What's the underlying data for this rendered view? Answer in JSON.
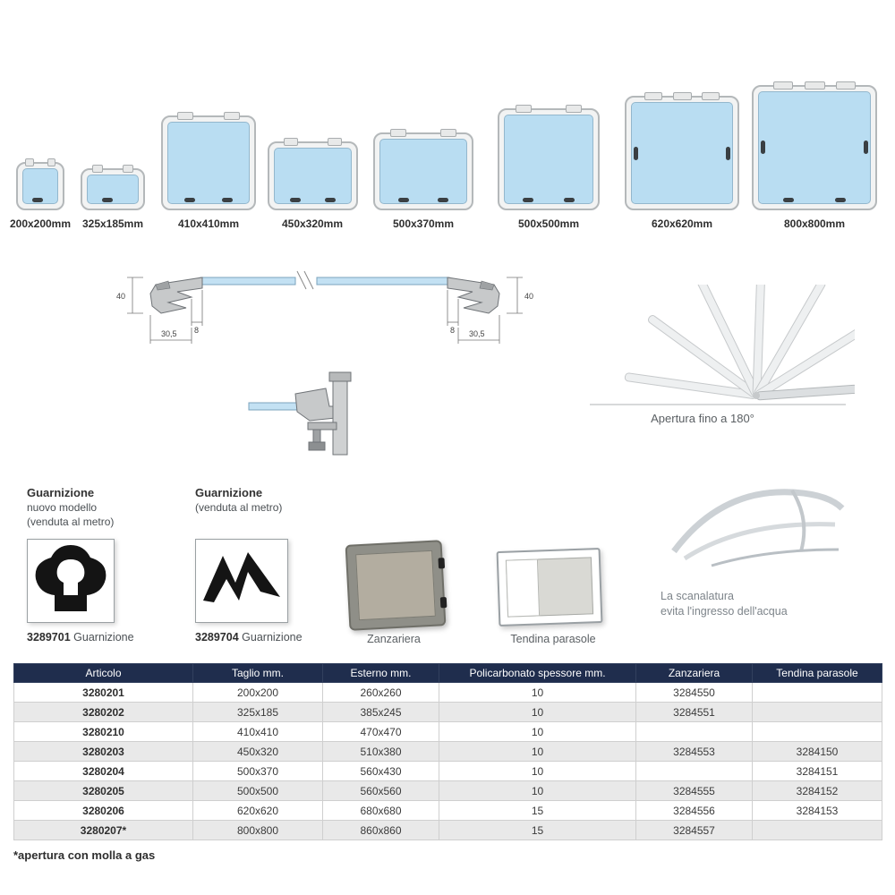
{
  "colors": {
    "table_header": "#1f2d4d",
    "glass_blue": "#b9ddf2",
    "row_alt": "#e9e9e9"
  },
  "hatches": [
    {
      "label": "200x200mm"
    },
    {
      "label": "325x185mm"
    },
    {
      "label": "410x410mm"
    },
    {
      "label": "450x320mm"
    },
    {
      "label": "500x370mm"
    },
    {
      "label": "500x500mm"
    },
    {
      "label": "620x620mm"
    },
    {
      "label": "800x800mm"
    }
  ],
  "section_drawing": {
    "dim_height_left": "40",
    "dim_height_right": "40",
    "dim_8_left": "8",
    "dim_8_right": "8",
    "dim_30_left": "30,5",
    "dim_30_right": "30,5"
  },
  "opening": {
    "caption": "Apertura fino a 180°"
  },
  "gasket_new": {
    "title": "Guarnizione",
    "subtitle1": "nuovo modello",
    "subtitle2": "(venduta al metro)",
    "code": "3289701",
    "code_suffix": "Guarnizione"
  },
  "gasket_std": {
    "title": "Guarnizione",
    "subtitle1": "(venduta al metro)",
    "code": "3289704",
    "code_suffix": "Guarnizione"
  },
  "zanzariera": {
    "label": "Zanzariera"
  },
  "tendina": {
    "label": "Tendina parasole"
  },
  "scanalatura": {
    "line1": "La scanalatura",
    "line2": "evita l'ingresso dell'acqua"
  },
  "table": {
    "headers": [
      "Articolo",
      "Taglio mm.",
      "Esterno mm.",
      "Policarbonato spessore mm.",
      "Zanzariera",
      "Tendina parasole"
    ],
    "rows": [
      [
        "3280201",
        "200x200",
        "260x260",
        "10",
        "3284550",
        ""
      ],
      [
        "3280202",
        "325x185",
        "385x245",
        "10",
        "3284551",
        ""
      ],
      [
        "3280210",
        "410x410",
        "470x470",
        "10",
        "",
        ""
      ],
      [
        "3280203",
        "450x320",
        "510x380",
        "10",
        "3284553",
        "3284150"
      ],
      [
        "3280204",
        "500x370",
        "560x430",
        "10",
        "",
        "3284151"
      ],
      [
        "3280205",
        "500x500",
        "560x560",
        "10",
        "3284555",
        "3284152"
      ],
      [
        "3280206",
        "620x620",
        "680x680",
        "15",
        "3284556",
        "3284153"
      ],
      [
        "3280207*",
        "800x800",
        "860x860",
        "15",
        "3284557",
        ""
      ]
    ]
  },
  "footnote": "*apertura con molla a gas"
}
